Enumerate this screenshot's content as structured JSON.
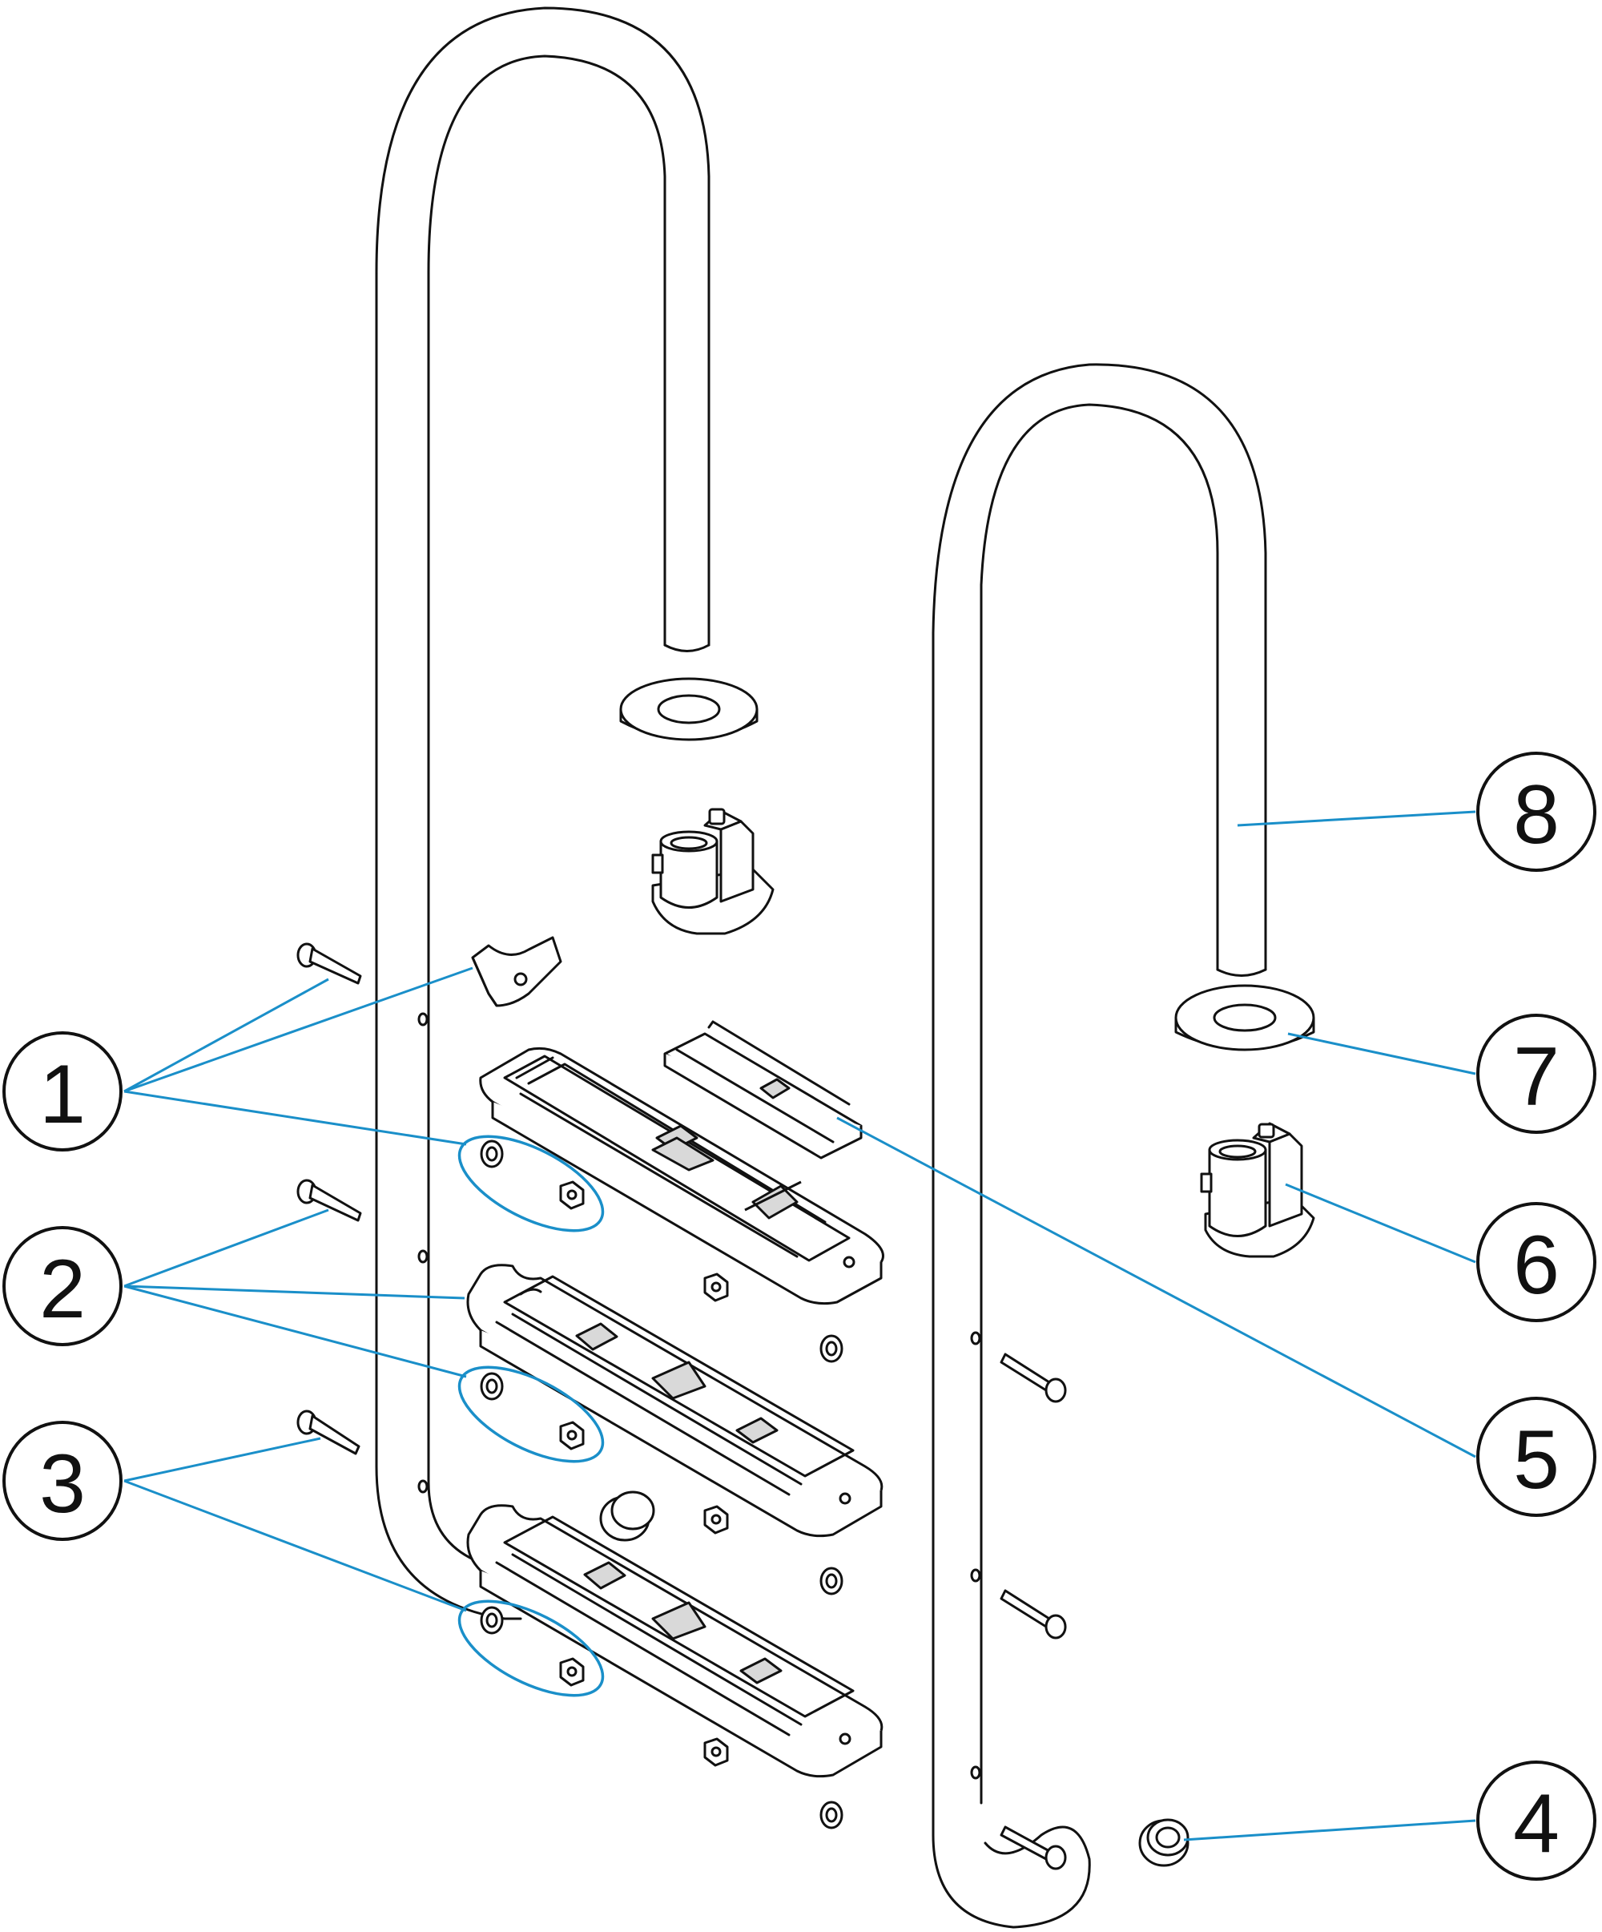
{
  "callouts": [
    {
      "label": "1"
    },
    {
      "label": "2"
    },
    {
      "label": "3"
    },
    {
      "label": "4"
    },
    {
      "label": "5"
    },
    {
      "label": "6"
    },
    {
      "label": "7"
    },
    {
      "label": "8"
    }
  ],
  "colors": {
    "leader_line": "#1a8fc9",
    "outline": "#111111",
    "background": "#ffffff"
  }
}
